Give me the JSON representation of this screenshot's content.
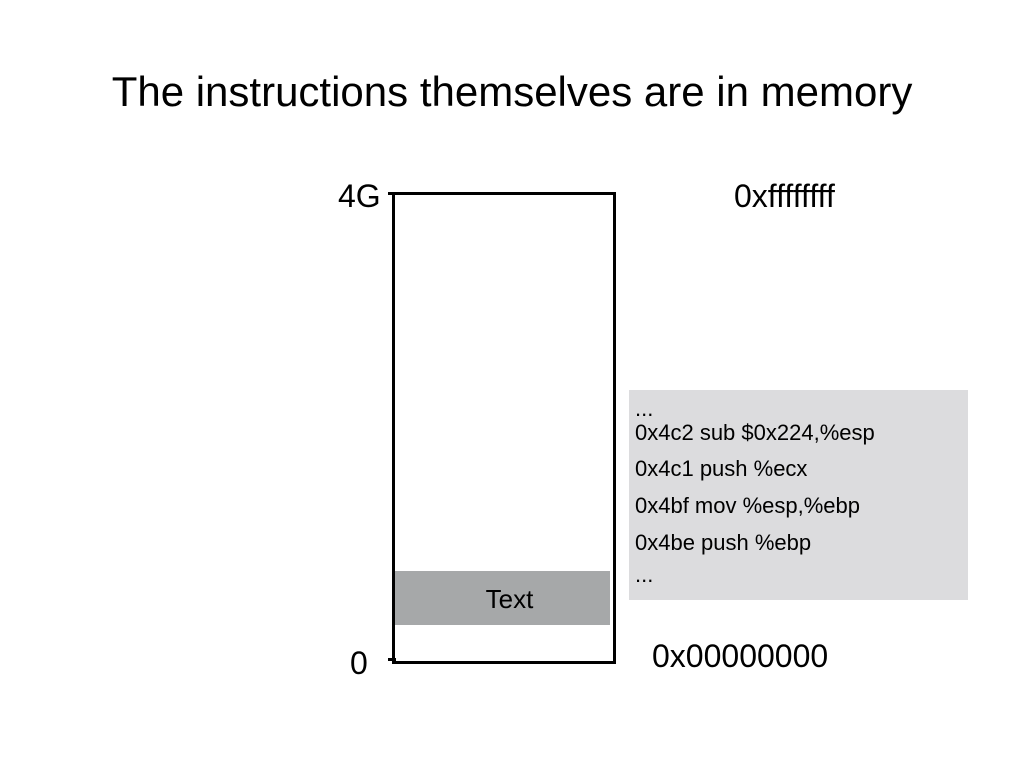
{
  "slide": {
    "title": "The instructions themselves are in memory"
  },
  "memory_map": {
    "top_label": "4G",
    "bottom_label": "0",
    "top_address": "0xffffffff",
    "bottom_address": "0x00000000",
    "segment_label": "Text"
  },
  "code_listing": {
    "lines": [
      "...",
      "0x4c2 sub $0x224,%esp",
      "0x4c1 push %ecx",
      "0x4bf mov %esp,%ebp",
      "0x4be push %ebp",
      "..."
    ]
  },
  "colors": {
    "segment_fill": "#a6a8a9",
    "panel_fill": "#dcdcde",
    "outline": "#000000"
  }
}
